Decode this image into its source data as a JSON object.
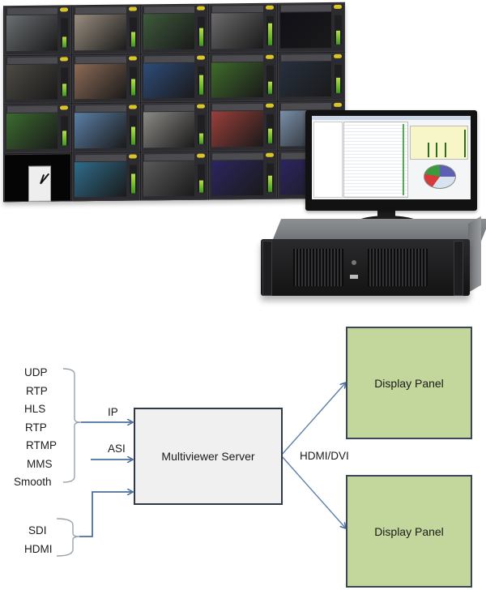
{
  "photo": {
    "description": "Multiviewer video wall, monitoring PC monitor and rack-mount server",
    "video_wall": {
      "rows": 4,
      "columns": 5
    },
    "monitor_app": {
      "chart_kind": "bar-and-pie monitoring software"
    }
  },
  "diagram": {
    "ip_inputs": [
      "UDP",
      "RTP",
      "HLS",
      "RTP",
      "RTMP",
      "MMS",
      "Smooth"
    ],
    "baseband_inputs": [
      "SDI",
      "HDMI"
    ],
    "arrows": {
      "ip_label": "IP",
      "asi_label": "ASI",
      "output_label": "HDMI/DVI"
    },
    "server": {
      "label": "Multiviewer Server"
    },
    "outputs": [
      {
        "label": "Display Panel"
      },
      {
        "label": "Display Panel"
      }
    ],
    "colors": {
      "line": "#4a6f9c",
      "brace": "#9aa3ad",
      "server_fill": "#f0f0f0",
      "panel_fill": "#c3d69b",
      "border": "#2f3947"
    }
  }
}
